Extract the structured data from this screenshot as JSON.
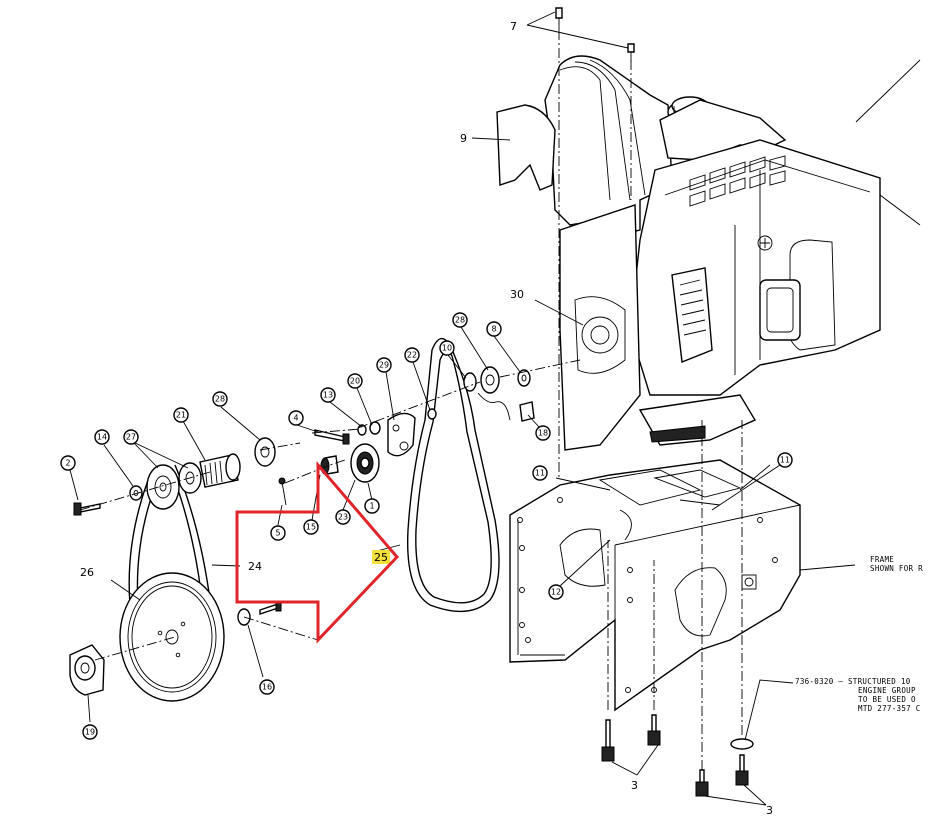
{
  "callouts": {
    "c2": "2",
    "c3a": "3",
    "c3b": "3",
    "c4": "4",
    "c5": "5",
    "c7": "7",
    "c8": "8",
    "c9": "9",
    "c10": "10",
    "c11a": "11",
    "c11b": "11",
    "c12": "12",
    "c13": "13",
    "c14": "14",
    "c15": "15",
    "c16": "16",
    "c18": "18",
    "c19": "19",
    "c20": "20",
    "c21": "21",
    "c22": "22",
    "c23": "23",
    "c24": "24",
    "c25": "25",
    "c26": "26",
    "c27": "27",
    "c28a": "28",
    "c28b": "28",
    "c29": "29",
    "c30": "30",
    "c1": "1"
  },
  "notes": {
    "frame_line1": "FRAME",
    "frame_line2": "SHOWN FOR R",
    "engine_line1": "736-0320 — STRUCTURED 10",
    "engine_line2": "ENGINE GROUP",
    "engine_line3": "TO BE USED O",
    "engine_line4": "MTD 277-357 C"
  },
  "colors": {
    "highlight_arrow": "#e0242a",
    "highlight_label": "#f3e03a",
    "line": "#000000"
  }
}
